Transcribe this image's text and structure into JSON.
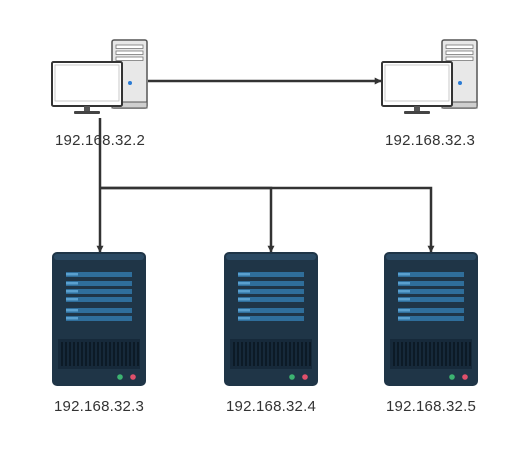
{
  "colors": {
    "edge": "#333333",
    "server_body": "#1f3547",
    "server_dark": "#16293a",
    "server_stripe": "#2f6e9b",
    "server_stripe_light": "#5aa0cf",
    "led_green": "#3cb371",
    "led_red": "#e0506b",
    "pc_case": "#e8e8e8",
    "pc_case_edge": "#555555",
    "monitor_frame": "#333333",
    "power_led": "#2a7bd4"
  },
  "nodes": [
    {
      "id": "pc-1",
      "kind": "workstation",
      "icon": "desktop-computer-icon",
      "label": "192.168.32.2"
    },
    {
      "id": "pc-2",
      "kind": "workstation",
      "icon": "desktop-computer-icon",
      "label": "192.168.32.3"
    },
    {
      "id": "server-1",
      "kind": "server",
      "icon": "server-icon",
      "label": "192.168.32.3"
    },
    {
      "id": "server-2",
      "kind": "server",
      "icon": "server-icon",
      "label": "192.168.32.4"
    },
    {
      "id": "server-3",
      "kind": "server",
      "icon": "server-icon",
      "label": "192.168.32.5"
    }
  ],
  "edges": [
    {
      "from": "pc-1",
      "to": "pc-2"
    },
    {
      "from": "pc-1",
      "to": "server-1"
    },
    {
      "from": "pc-1",
      "to": "server-2"
    },
    {
      "from": "pc-1",
      "to": "server-3"
    }
  ]
}
